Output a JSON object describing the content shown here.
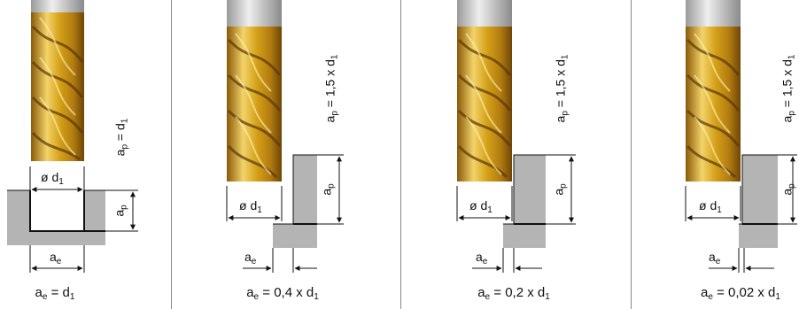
{
  "panels": [
    {
      "id": "p1",
      "ae_formula": "= d",
      "ae_sub": "1",
      "ap_formula": "= d",
      "ap_sub": "1",
      "ae_label": "a",
      "ae_label_sub": "e",
      "ap_label": "a",
      "ap_label_sub": "p",
      "dia_label": "ø d",
      "dia_sub": "1"
    },
    {
      "id": "p2",
      "ae_formula": "= 0,4 x d",
      "ae_sub": "1",
      "ap_formula": "= 1,5 x d",
      "ap_sub": "1",
      "ae_label": "a",
      "ae_label_sub": "e",
      "ap_label": "a",
      "ap_label_sub": "p",
      "dia_label": "ø d",
      "dia_sub": "1"
    },
    {
      "id": "p3",
      "ae_formula": "= 0,2 x d",
      "ae_sub": "1",
      "ap_formula": "= 1,5 x d",
      "ap_sub": "1",
      "ae_label": "a",
      "ae_label_sub": "e",
      "ap_label": "a",
      "ap_label_sub": "p",
      "dia_label": "ø d",
      "dia_sub": "1"
    },
    {
      "id": "p4",
      "ae_formula": "= 0,02 x d",
      "ae_sub": "1",
      "ap_formula": "= 1,5 x d",
      "ap_sub": "1",
      "ae_label": "a",
      "ae_label_sub": "e",
      "ap_label": "a",
      "ap_label_sub": "p",
      "dia_label": "ø d",
      "dia_sub": "1"
    }
  ],
  "colors": {
    "tool_gold": "#d4a017",
    "tool_dark": "#8a5a08",
    "tool_light": "#f3d36a",
    "shank": "#c8c8c8",
    "workpiece": "#b4b4b4",
    "line": "#111111"
  }
}
